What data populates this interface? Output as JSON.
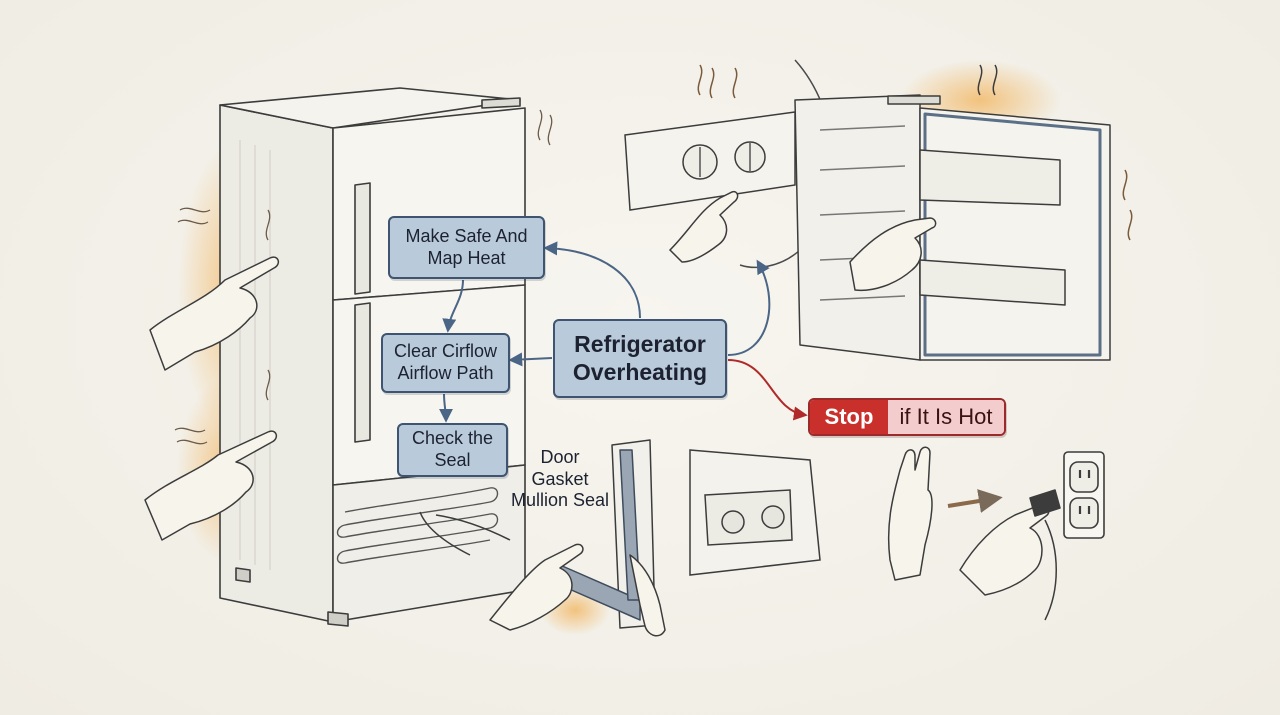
{
  "diagram": {
    "central_node": {
      "line1": "Refrigerator",
      "line2": "Overheating"
    },
    "steps": [
      {
        "line1": "Make Safe And",
        "line2": "Map Heat"
      },
      {
        "line1": "Clear Cirflow",
        "line2": "Airflow Path"
      },
      {
        "line1": "Check the",
        "line2": "Seal"
      }
    ],
    "warning": {
      "keyword": "Stop",
      "text": "if It Is Hot"
    },
    "gasket_label": {
      "line1": "Door",
      "line2": "Gasket",
      "line3": "Mullion Seal"
    }
  },
  "colors": {
    "node_fill": "#b9cadb",
    "node_border": "#3e5470",
    "arrow_blue": "#4a6585",
    "warning_red": "#c9302c",
    "warning_fill": "#f3cdcd",
    "heat_glow": "#f2b35a"
  },
  "icons": [
    "refrigerator-illustration",
    "pointing-hand-icon",
    "heat-wave-icon",
    "thermostat-dial-icon",
    "door-gasket-illustration",
    "stop-hand-icon",
    "power-plug-icon",
    "wall-outlet-icon"
  ]
}
